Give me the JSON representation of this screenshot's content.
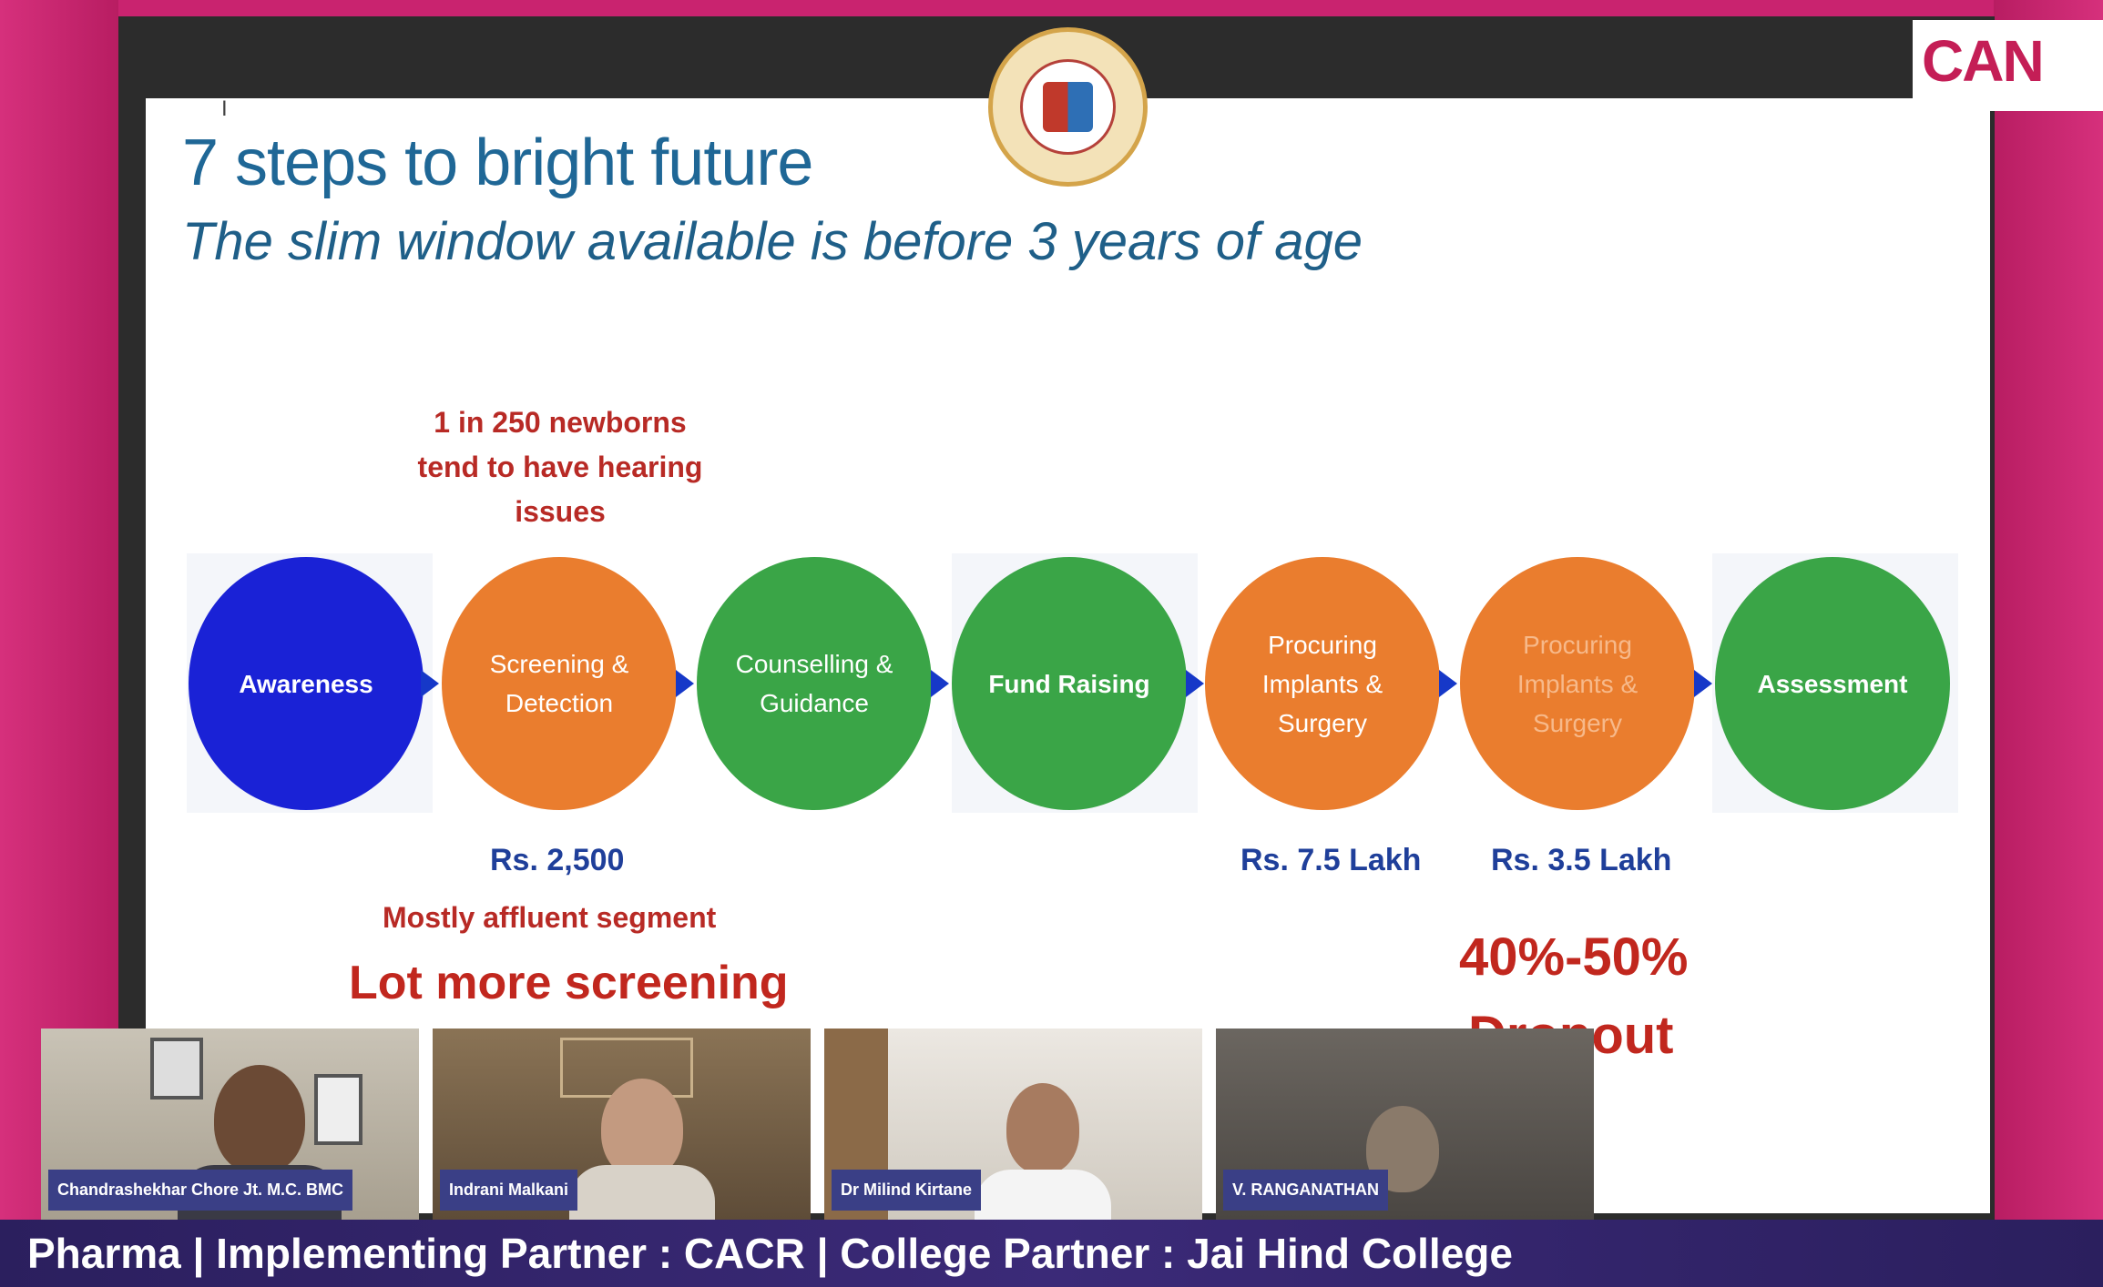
{
  "slide": {
    "title": "7 steps to bright future",
    "subtitle": "The slim window available is before 3 years of age",
    "note_top": "1 in 250 newborns tend to have hearing issues",
    "steps": [
      {
        "label": "Awareness",
        "color": "#1a22d6"
      },
      {
        "label": "Screening & Detection",
        "color": "#ea7d2e"
      },
      {
        "label": "Counselling & Guidance",
        "color": "#3aa547"
      },
      {
        "label": "Fund Raising",
        "color": "#3aa547"
      },
      {
        "label": "Procuring Implants & Surgery",
        "color": "#ea7d2e"
      },
      {
        "label": "Procuring Implants & Surgery",
        "color": "#ea7d2e"
      },
      {
        "label": "Assessment",
        "color": "#3aa547"
      }
    ],
    "price_screening": "Rs. 2,500",
    "price_implants_1": "Rs. 7.5 Lakh",
    "price_implants_2": "Rs. 3.5 Lakh",
    "segment_note": "Mostly affluent segment",
    "callout_screening": "Lot more screening",
    "callout_percent": "40%-50%",
    "callout_dropout": "Dropout"
  },
  "brand": {
    "mark": "CAN"
  },
  "participants": [
    {
      "name": "Chandrashekhar Chore Jt. M.C. BMC"
    },
    {
      "name": "Indrani Malkani"
    },
    {
      "name": "Dr Milind Kirtane"
    },
    {
      "name": "V. RANGANATHAN"
    }
  ],
  "ticker": {
    "text": "Pharma | Implementing Partner : CACR | College Partner : Jai Hind College"
  },
  "colors": {
    "blue": "#1a22d6",
    "orange": "#ea7d2e",
    "green": "#3aa547",
    "title": "#1f6796",
    "red": "#c1271e"
  }
}
